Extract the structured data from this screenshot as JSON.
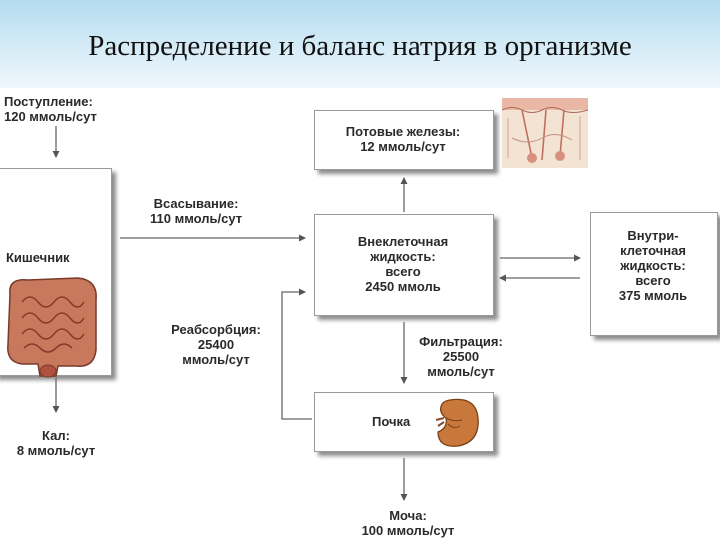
{
  "title": "Распределение и баланс натрия в организме",
  "intake": {
    "line1": "Поступление:",
    "line2": "120 ммоль/сут"
  },
  "intestine": {
    "label": "Кишечник"
  },
  "feces": {
    "line1": "Кал:",
    "line2": "8 ммоль/сут"
  },
  "absorption": {
    "line1": "Всасывание:",
    "line2": "110 ммоль/сут"
  },
  "reabsorption": {
    "line1": "Реабсорбция:",
    "line2": "25400",
    "line3": "ммоль/сут"
  },
  "sweat_glands": {
    "line1": "Потовые железы:",
    "line2": "12 ммоль/сут"
  },
  "ecf": {
    "line1": "Внеклеточная",
    "line2": "жидкость:",
    "line3": "всего",
    "line4": "2450 ммоль"
  },
  "icf": {
    "line1": "Внутри-",
    "line2": "клеточная",
    "line3": "жидкость:",
    "line4": "всего",
    "line5": "375 ммоль"
  },
  "filtration": {
    "line1": "Фильтрация:",
    "line2": "25500",
    "line3": "ммоль/сут"
  },
  "kidney": {
    "label": "Почка"
  },
  "urine": {
    "line1": "Моча:",
    "line2": "100 ммоль/сут"
  }
}
